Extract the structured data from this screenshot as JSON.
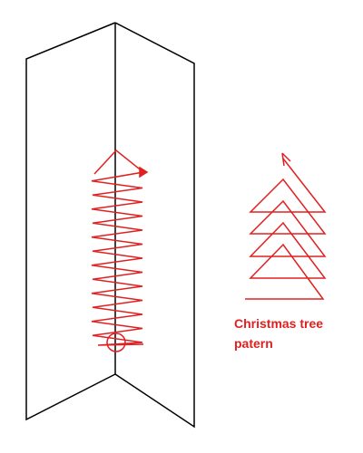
{
  "caption": {
    "lines": [
      "Christmas tree",
      "patern"
    ]
  },
  "colors": {
    "outline": "#000000",
    "pattern": "#e02020"
  },
  "diagram": {
    "folded_sheet": "open folded card viewed from the spine",
    "spine_tree_zigzags": 12,
    "sample_tree_zigzags": 4,
    "arrow_icon": "arrowhead"
  }
}
